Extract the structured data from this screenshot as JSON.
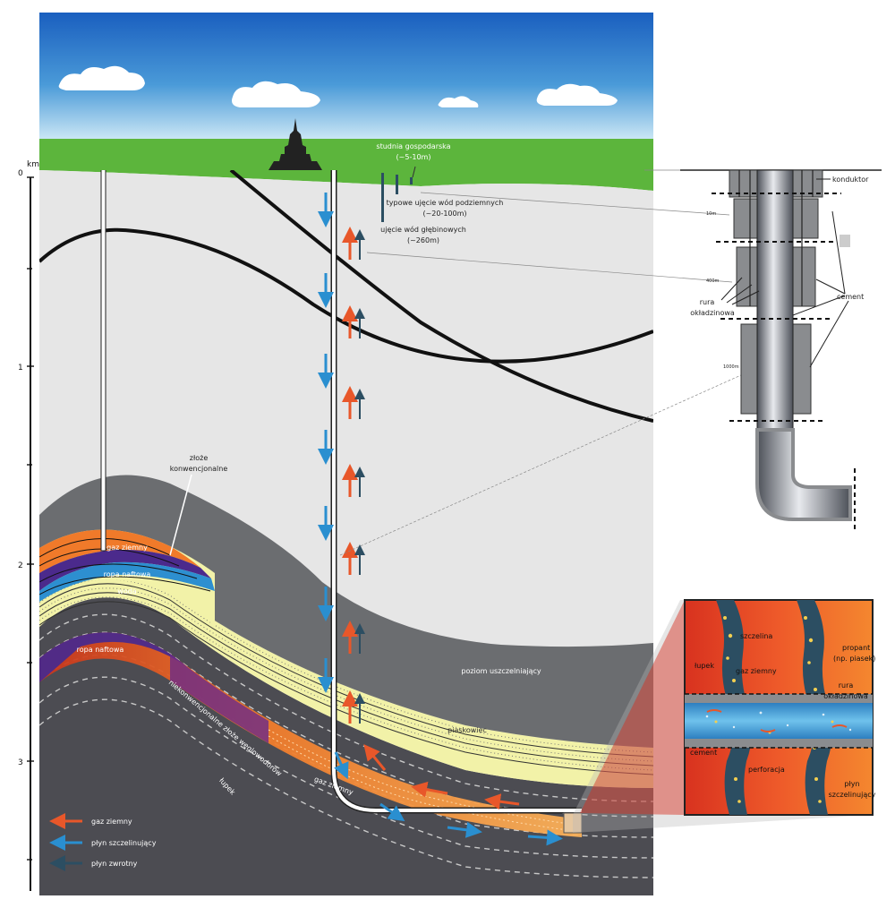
{
  "colors": {
    "sky_top": "#1a66c4",
    "sky_bottom": "#cfe6f5",
    "grass": "#5cb53c",
    "rock": "#e6e6e6",
    "seal": "#6b6d70",
    "sandstone": "#f2f2a8",
    "shale": "#4c4c52",
    "gas": "#f07a2a",
    "oil": "#4b2a8c",
    "water": "#2d8fd0",
    "arrow_gas": "#e8572a",
    "arrow_frac": "#2a8fd0",
    "arrow_return": "#2c4e62",
    "inset_shale": "#e8452a"
  },
  "depth_axis": {
    "unit": "km",
    "ticks": [
      "0",
      "1",
      "2",
      "3"
    ]
  },
  "labels": {
    "well_domestic": "studnia gospodarska",
    "well_domestic_depth": "(~5-10m)",
    "well_groundwater": "typowe ujęcie wód podziemnych",
    "well_groundwater_depth": "(~20-100m)",
    "well_deep": "ujęcie wód głębinowych",
    "well_deep_depth": "(~260m)",
    "conventional_1": "złoże",
    "conventional_2": "konwencjonalne",
    "gas": "gaz ziemny",
    "oil": "ropa naftowa",
    "water": "woda",
    "oil_left": "ropa naftowa",
    "seal": "poziom uszczelniający",
    "sandstone": "piaskowiec",
    "unconventional": "niekonwencjonalne złoże węglowodorów",
    "shale": "łupek",
    "gas_bottom": "gaz ziemny"
  },
  "legend": [
    {
      "label": "gaz ziemny",
      "color": "#e8572a"
    },
    {
      "label": "płyn szczelinujący",
      "color": "#2a8fd0"
    },
    {
      "label": "płyn zwrotny",
      "color": "#2c4e62"
    }
  ],
  "casing_inset": {
    "conductor": "konduktor",
    "depth_1": "10m",
    "depth_2": "400m",
    "depth_3": "1000m",
    "casing_1": "rura",
    "casing_2": "okładzinowa",
    "cement": "cement"
  },
  "fracture_inset": {
    "fracture": "szczelina",
    "proppant_1": "propant",
    "proppant_2": "(np. piasek)",
    "shale": "łupek",
    "gas": "gaz ziemny",
    "casing_1": "rura",
    "casing_2": "okładzinowa",
    "cement": "cement",
    "perforation": "perforacja",
    "frac_fluid_1": "płyn",
    "frac_fluid_2": "szczelinujący"
  }
}
